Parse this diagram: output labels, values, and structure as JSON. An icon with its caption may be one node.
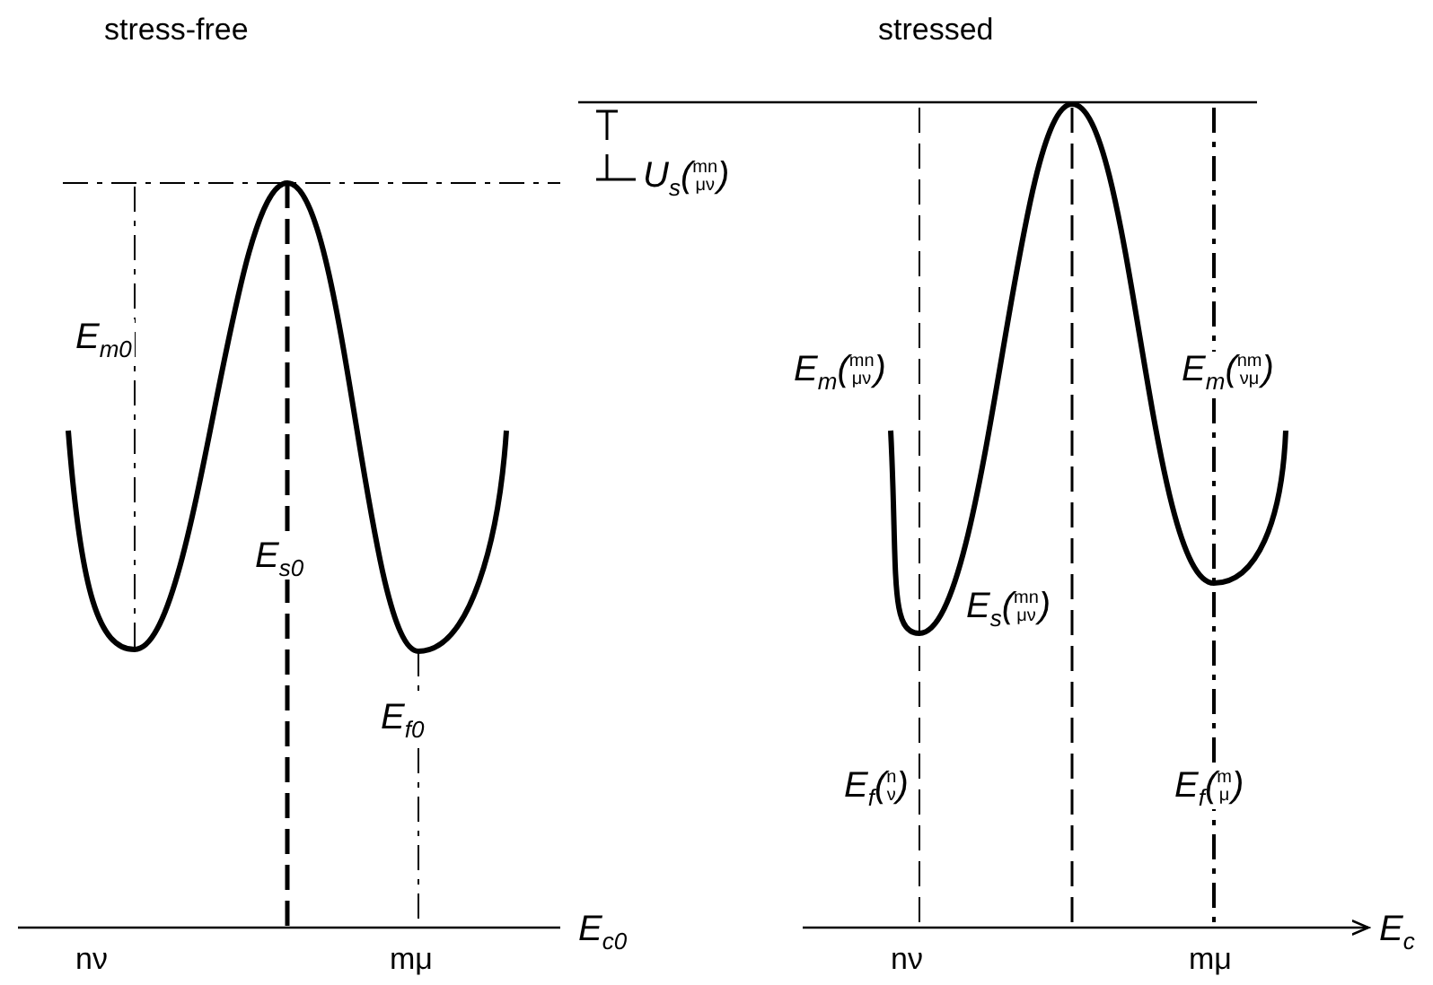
{
  "diagram": {
    "labels": [
      "stress-free",
      "stressed",
      "U$_{s}$($^{mn}$$_{μν}$)",
      "E$_{m0}$",
      "E$_{m}$($^{mn}$$_{μν}$)",
      "E$_{m}$($^{nm}$$_{νμ}$)",
      "E$_{s0}$",
      "E$_{s}$($^{mn}$$_{μν}$)",
      "E$_{f0}$",
      "E$_{f}$($^{n}$$_{ν}$)",
      "E$_{f}$($^{m}$$_{μ}$)",
      "nν",
      "mμ",
      "E$_{c0}$",
      "nν",
      "mμ",
      "E$_{c}$"
    ]
  }
}
